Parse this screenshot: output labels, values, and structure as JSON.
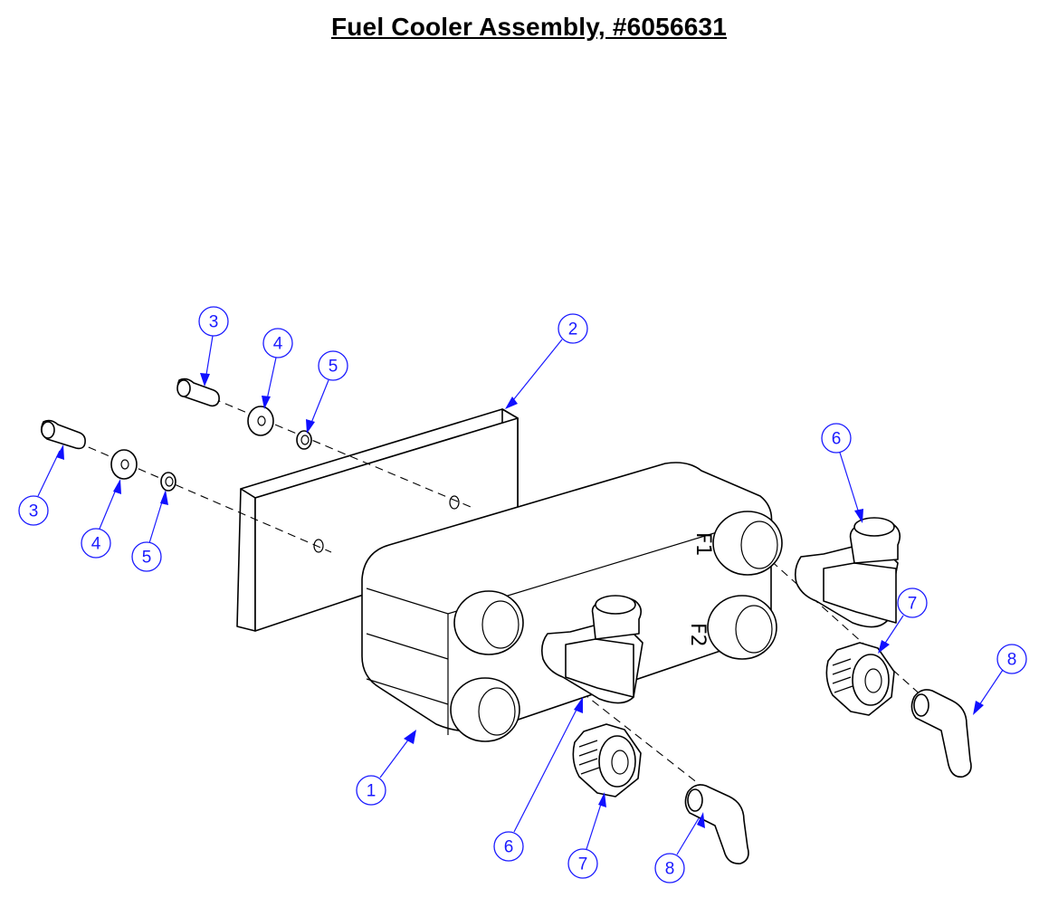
{
  "title": "Fuel Cooler Assembly, #6056631",
  "port_labels": {
    "f1": "F1",
    "f2": "F2"
  },
  "callouts": [
    {
      "id": "c1",
      "label": "1"
    },
    {
      "id": "c2",
      "label": "2"
    },
    {
      "id": "c3a",
      "label": "3"
    },
    {
      "id": "c3b",
      "label": "3"
    },
    {
      "id": "c4a",
      "label": "4"
    },
    {
      "id": "c4b",
      "label": "4"
    },
    {
      "id": "c5a",
      "label": "5"
    },
    {
      "id": "c5b",
      "label": "5"
    },
    {
      "id": "c6a",
      "label": "6"
    },
    {
      "id": "c6b",
      "label": "6"
    },
    {
      "id": "c7a",
      "label": "7"
    },
    {
      "id": "c7b",
      "label": "7"
    },
    {
      "id": "c8a",
      "label": "8"
    },
    {
      "id": "c8b",
      "label": "8"
    }
  ],
  "colors": {
    "callout": "#1a1aff",
    "line": "#000000"
  }
}
